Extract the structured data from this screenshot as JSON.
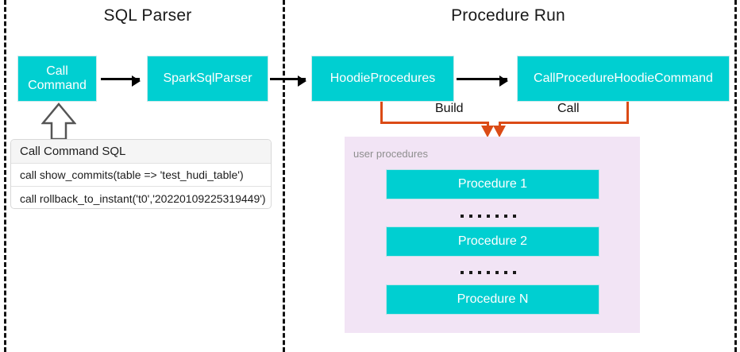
{
  "sections": [
    {
      "title": "SQL Parser"
    },
    {
      "title": "Procedure Run"
    }
  ],
  "parser_flow": {
    "call_command": "Call\nCommand",
    "call_command_line1": "Call",
    "call_command_line2": "Command",
    "spark_sql_parser": "SparkSqlParser"
  },
  "sql_table": {
    "header": "Call Command SQL",
    "rows": [
      "call show_commits(table => 'test_hudi_table')",
      "call rollback_to_instant('t0','20220109225319449')"
    ]
  },
  "procedure_flow": {
    "hoodie_procedures": "HoodieProcedures",
    "call_procedure_hoodie_command": "CallProcedureHoodieCommand",
    "build_label": "Build",
    "call_label": "Call"
  },
  "procedures_panel": {
    "caption": "user procedures",
    "items": [
      {
        "label": "Procedure 1"
      },
      {
        "label": "Procedure 2"
      },
      {
        "label": "Procedure N"
      }
    ],
    "ellipsis_dot_count": 7
  },
  "colors": {
    "teal": "#00CFD1",
    "panel_purple": "#F2E4F5",
    "orange": "#DB4B16",
    "divider": "#111111",
    "arrow_black": "#000000"
  }
}
